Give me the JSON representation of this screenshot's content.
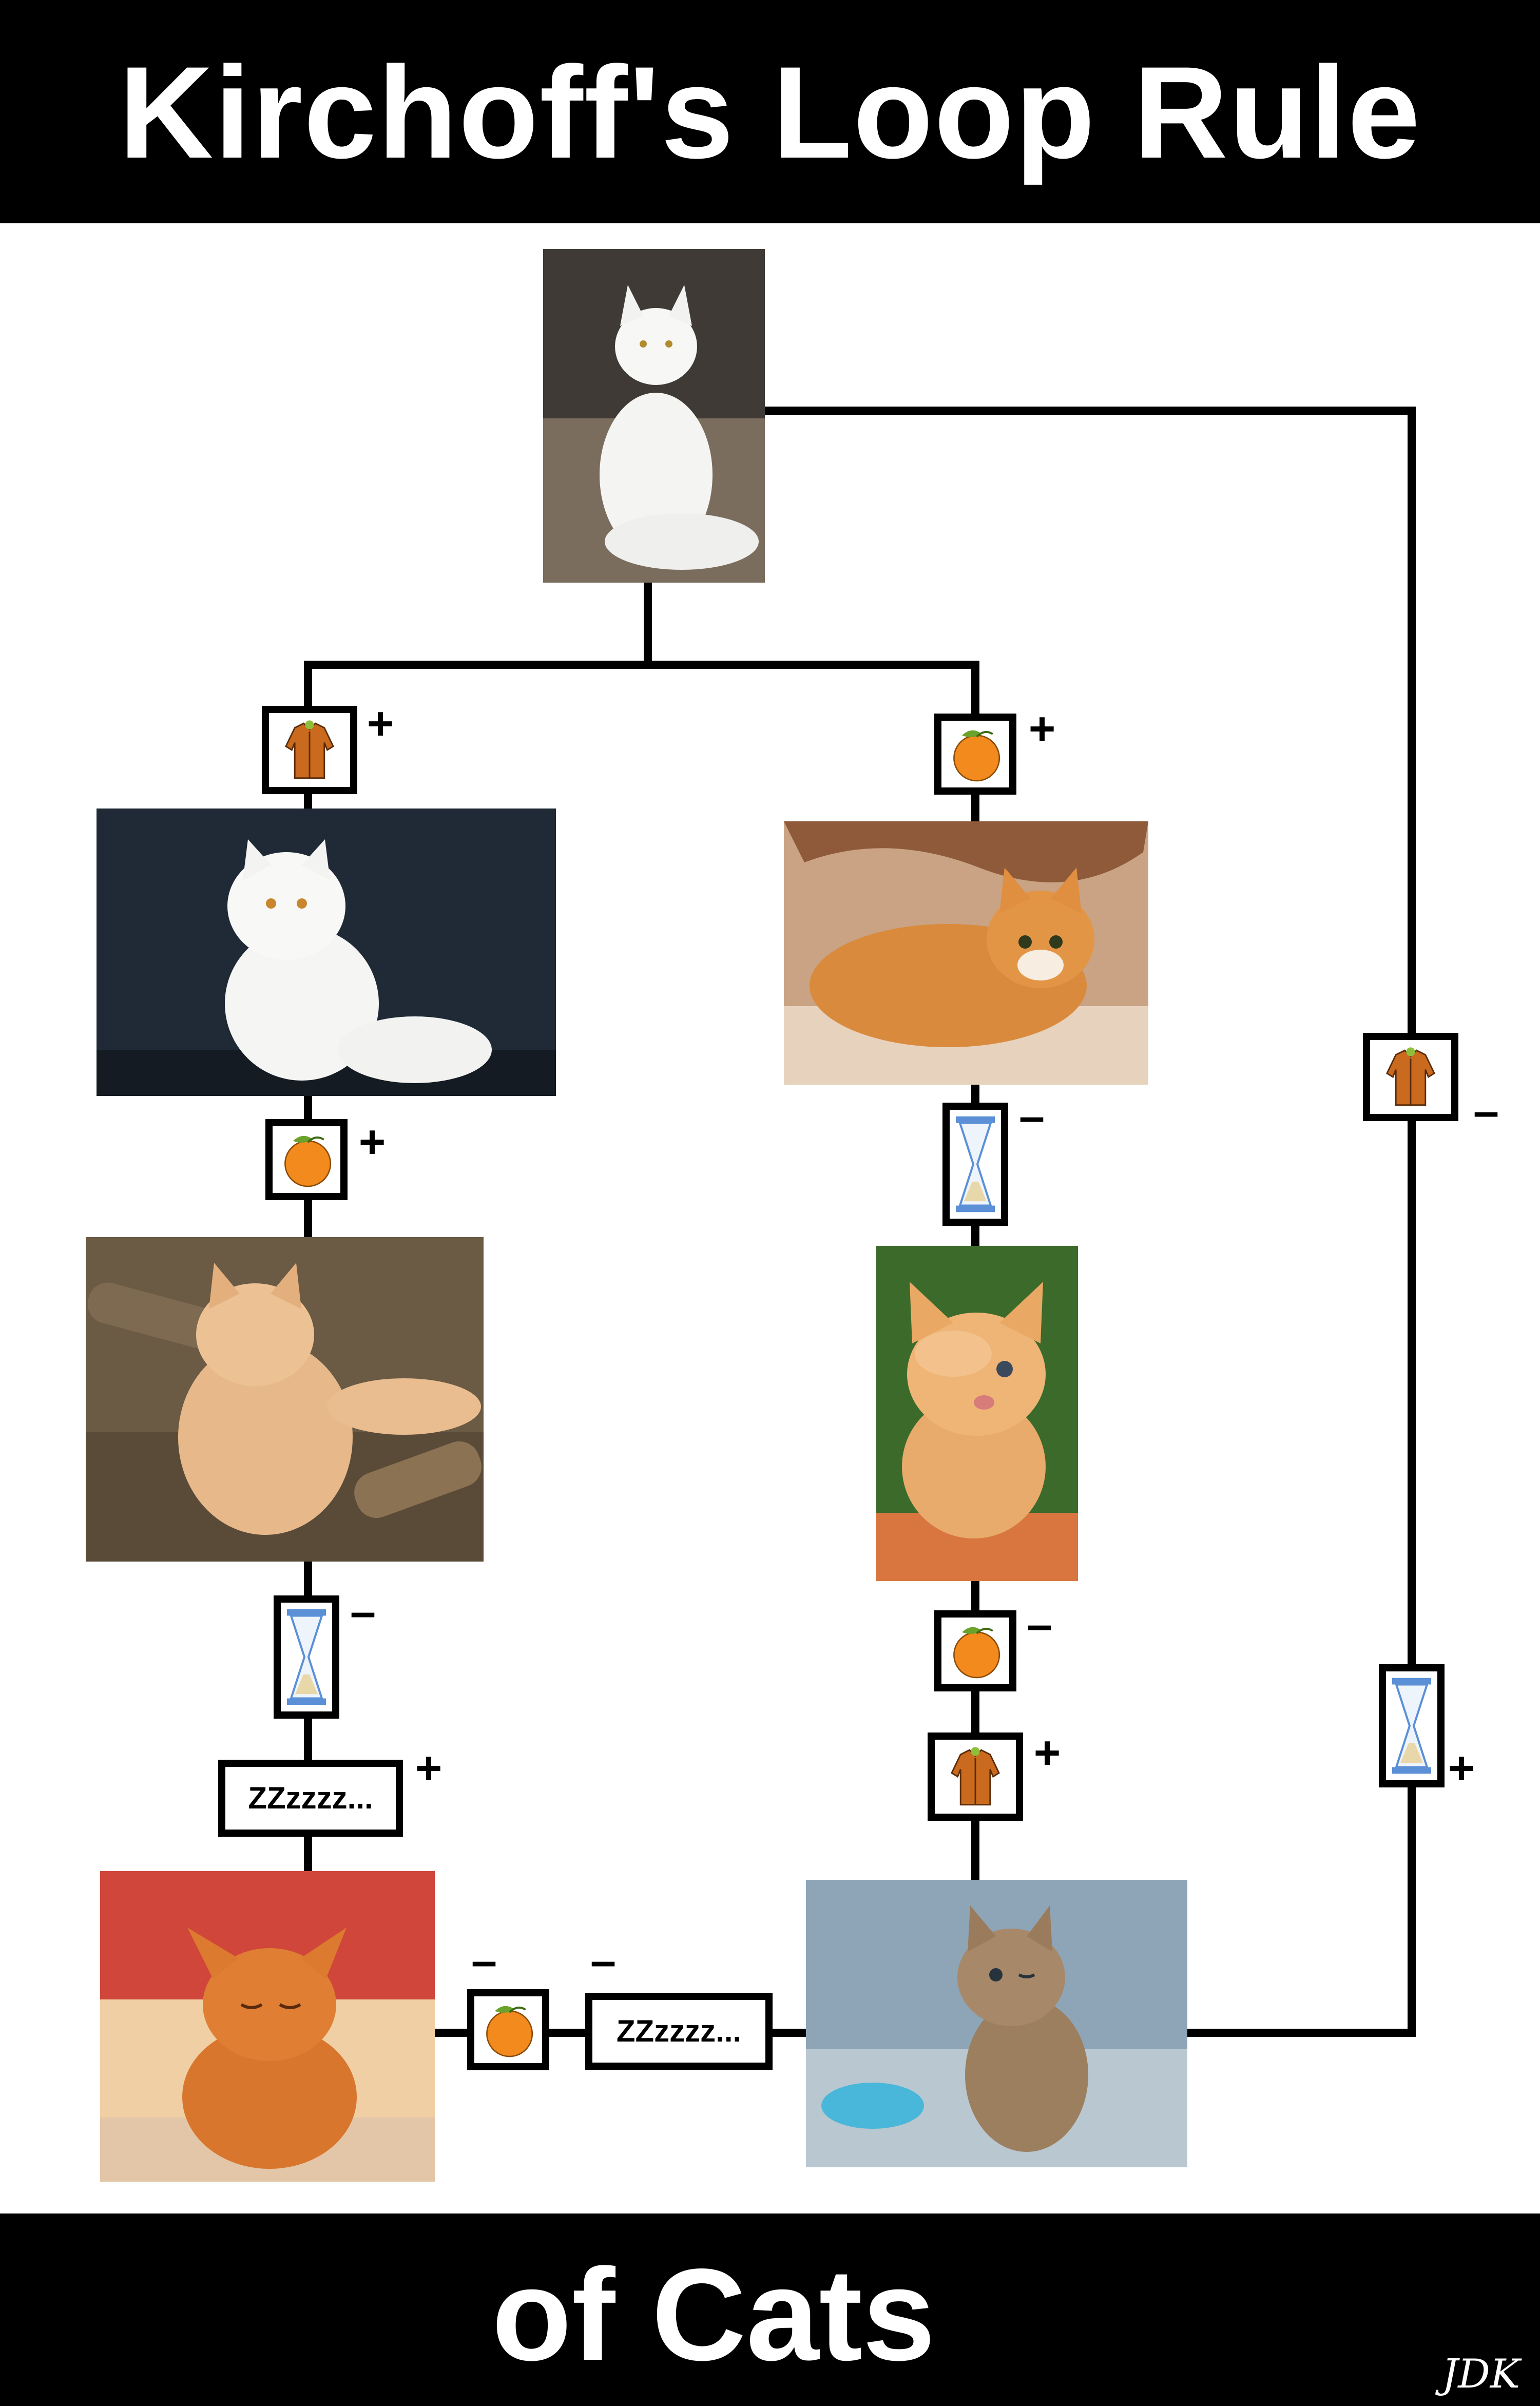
{
  "title_top": "Kirchoff's Loop Rule",
  "title_bottom": "of Cats",
  "signature": "JDK",
  "element_icons": {
    "coat": "coat-icon",
    "orange": "orange-icon",
    "hourglass": "hourglass-icon",
    "sleep_label": "ZZzzzz..."
  },
  "colors": {
    "band": "#000000",
    "wire": "#000000",
    "orange": "#f28a1e",
    "coat": "#c96a1f",
    "hourglass_glass": "#5b8fd6"
  },
  "cats": [
    {
      "id": "white-longhair",
      "description_icon": "cat-photo"
    },
    {
      "id": "white-persian",
      "description_icon": "cat-photo"
    },
    {
      "id": "orange-tabby-lying",
      "description_icon": "cat-photo"
    },
    {
      "id": "fluffy-ginger-on-logs",
      "description_icon": "cat-photo"
    },
    {
      "id": "orange-kitten-paw",
      "description_icon": "cat-photo"
    },
    {
      "id": "sleepy-orange-kitten",
      "description_icon": "cat-photo"
    },
    {
      "id": "tabby-kitten-bowl",
      "description_icon": "cat-photo"
    }
  ],
  "signs": {
    "left_coat": "+",
    "left_orange": "+",
    "left_hourglass": "–",
    "left_zzz": "+",
    "middle_orange_top": "+",
    "middle_hourglass": "–",
    "middle_orange_bottom": "–",
    "middle_coat": "+",
    "right_coat": "–",
    "right_hourglass": "+",
    "bottom_orange": "–",
    "bottom_zzz": "–"
  },
  "zzz_labels": {
    "left": "ZZzzzz...",
    "bottom": "ZZzzzz..."
  }
}
